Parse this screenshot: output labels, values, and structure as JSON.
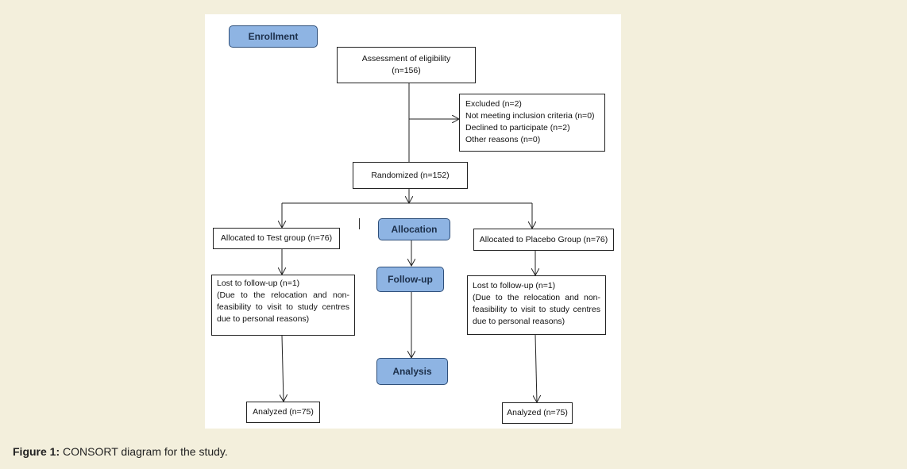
{
  "phases": {
    "enrollment": "Enrollment",
    "allocation": "Allocation",
    "followup": "Follow-up",
    "analysis": "Analysis"
  },
  "assessment": {
    "title": "Assessment of eligibility",
    "count": "(n=156)"
  },
  "excluded": {
    "line1": "Excluded (n=2)",
    "line2": "Not meeting inclusion criteria (n=0)",
    "line3": "Declined to participate (n=2)",
    "line4": "Other reasons (n=0)"
  },
  "randomized": "Randomized (n=152)",
  "test_group": {
    "allocated": "Allocated to Test group (n=76)",
    "lost_line1": "Lost to follow-up (n=1)",
    "lost_line2": "(Due to the relocation and non-feasibility to visit to study centres due to personal reasons)",
    "analyzed": "Analyzed (n=75)"
  },
  "placebo_group": {
    "allocated": "Allocated to Placebo Group (n=76)",
    "lost_line1": "Lost to follow-up (n=1)",
    "lost_line2": "(Due to the relocation and non-feasibility to visit to study centres due to personal reasons)",
    "analyzed": "Analyzed (n=75)"
  },
  "caption": {
    "label": "Figure 1:",
    "text": " CONSORT diagram for the study."
  }
}
